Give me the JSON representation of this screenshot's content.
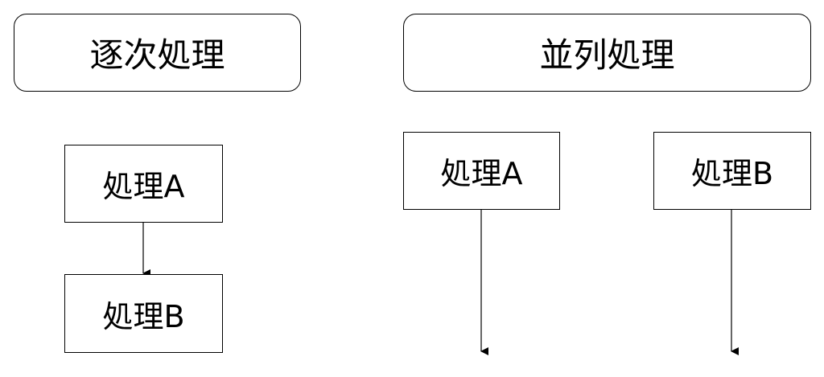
{
  "sequential": {
    "title": "逐次処理",
    "process_a": "処理A",
    "process_b": "処理B"
  },
  "parallel": {
    "title": "並列処理",
    "process_a": "処理A",
    "process_b": "処理B"
  }
}
